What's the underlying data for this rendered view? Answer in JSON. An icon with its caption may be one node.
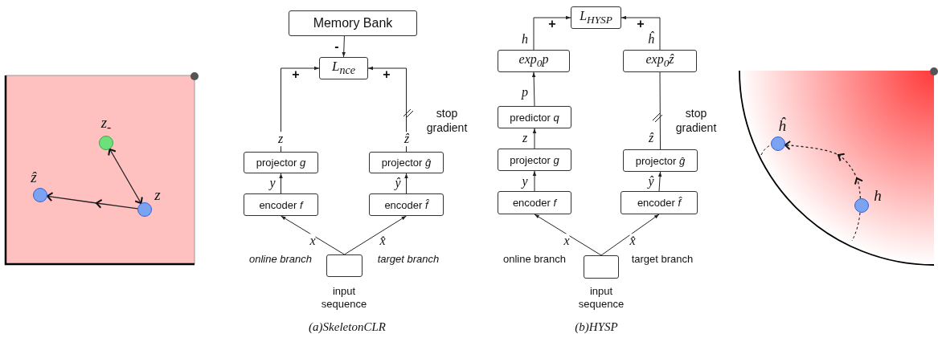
{
  "diagram": {
    "nodes": [
      {
        "text": [
          "z$_{-}$"
        ]
      },
      {
        "text": [
          "ẑ"
        ]
      },
      {
        "text": [
          "z"
        ]
      },
      {
        "text": [
          "Memory Bank"
        ]
      },
      {
        "text": [
          "L$_{nce}$"
        ]
      },
      {
        "text": [
          "projector *g*"
        ]
      },
      {
        "text": [
          "projector *ĝ*"
        ]
      },
      {
        "text": [
          "encoder *f*"
        ]
      },
      {
        "text": [
          "encoder *f̂*"
        ]
      },
      {
        "text": [],
        "shape": "box",
        "beside": [
          "input sequence"
        ]
      },
      {
        "text": [
          "L$_{HYSP}$"
        ]
      },
      {
        "text": [
          "exp$_{0}$p"
        ]
      },
      {
        "text": [
          "exp$_{0}$ẑ"
        ]
      },
      {
        "text": [
          "predictor *q*"
        ]
      },
      {
        "text": [
          "projector *g*"
        ]
      },
      {
        "text": [
          "projector *ĝ*"
        ]
      },
      {
        "text": [
          "encoder *f*"
        ]
      },
      {
        "text": [
          "encoder *f̂*"
        ]
      },
      {
        "text": [],
        "shape": "box",
        "beside": [
          "input sequence"
        ]
      },
      {
        "text": [
          "ĥ"
        ]
      },
      {
        "text": [
          "h"
        ]
      }
    ],
    "edges": [
      {
        "from": 2,
        "to": 1,
        "arrow": "to"
      },
      {
        "from": 2,
        "to": 0,
        "arrow": "both"
      },
      {
        "from": 3,
        "to": 4,
        "arrow": "to",
        "label": "-"
      },
      {
        "from": 5,
        "to": 4,
        "arrow": "to",
        "label": "z"
      },
      {
        "from": 6,
        "to": 4,
        "arrow": "to",
        "label": "ẑ"
      },
      {
        "from": 7,
        "to": 5,
        "arrow": "to",
        "label": "y"
      },
      {
        "from": 8,
        "to": 6,
        "arrow": "to",
        "label": "ŷ"
      },
      {
        "from": 9,
        "to": 7,
        "arrow": "to",
        "label": "x"
      },
      {
        "from": 9,
        "to": 8,
        "arrow": "to",
        "label": "x̂"
      },
      {
        "from": 11,
        "to": 10,
        "arrow": "to",
        "label": "h"
      },
      {
        "from": 12,
        "to": 10,
        "arrow": "to",
        "label": "ĥ"
      },
      {
        "from": 13,
        "to": 11,
        "arrow": "to",
        "label": "p"
      },
      {
        "from": 14,
        "to": 13,
        "arrow": "to",
        "label": "z"
      },
      {
        "from": 15,
        "to": 12,
        "arrow": "none",
        "label": "ẑ"
      },
      {
        "from": 16,
        "to": 14,
        "arrow": "to",
        "label": "y"
      },
      {
        "from": 17,
        "to": 15,
        "arrow": "to",
        "label": "ŷ"
      },
      {
        "from": 18,
        "to": 16,
        "arrow": "to",
        "label": "x"
      },
      {
        "from": 18,
        "to": 17,
        "arrow": "to",
        "label": "x̂"
      },
      {
        "from": 20,
        "to": 19,
        "arrow": "to",
        "style": "dashed"
      }
    ],
    "labels": [
      "+",
      "+",
      "stop gradient",
      "online branch",
      "target branch",
      "(a)SkeletonCLR",
      "+",
      "+",
      "stop gradient",
      "online branch",
      "target branch",
      "(b)HYSP"
    ]
  }
}
